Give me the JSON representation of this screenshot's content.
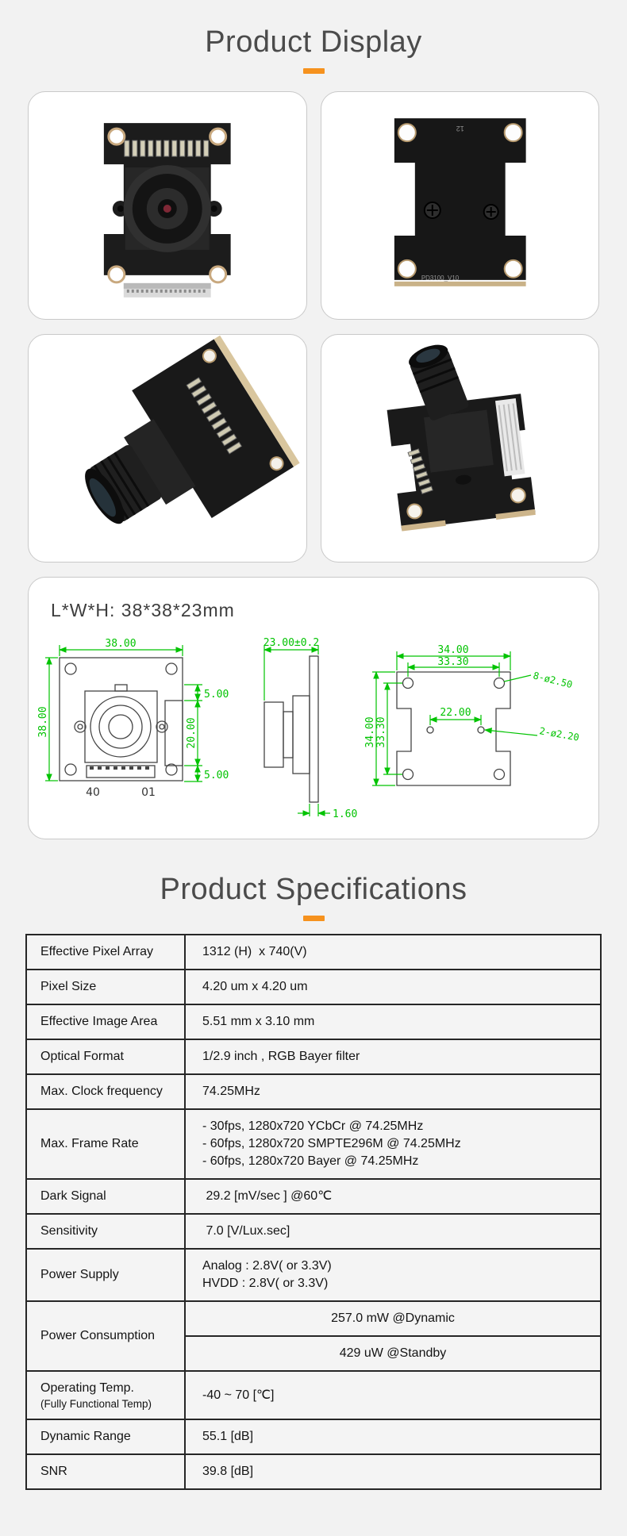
{
  "page": {
    "accent_color": "#f6921e",
    "background": "#f2f2f2",
    "cad_green": "#00c300"
  },
  "display": {
    "title": "Product Display"
  },
  "specs": {
    "title": "Product Specifications"
  },
  "gallery": {
    "photos": [
      {
        "name": "camera-module-front-view"
      },
      {
        "name": "camera-module-back-view"
      },
      {
        "name": "camera-module-angled-left-view"
      },
      {
        "name": "camera-module-angled-front-view"
      }
    ],
    "board_label_small": "12",
    "board_label_back": "PD3100_V10"
  },
  "dimensions": {
    "label": "L*W*H:  38*38*23mm",
    "front": {
      "width": "38.00",
      "height": "38.00",
      "top_offset": "5.00",
      "mid": "20.00",
      "bottom_offset": "5.00",
      "pin_left": "40",
      "pin_right": "01"
    },
    "side": {
      "depth": "23.00±0.2",
      "thickness": "1.60"
    },
    "back": {
      "outer_w": "34.00",
      "inner_w": "33.30",
      "holes": "8-ø2.50",
      "mid_w": "22.00",
      "small_holes": "2-ø2.20",
      "outer_h": "34.00",
      "inner_h": "33.30"
    }
  },
  "spec_table": {
    "rows": [
      {
        "label": "Effective Pixel Array",
        "value": [
          "1312 (H)  x 740(V)"
        ]
      },
      {
        "label": "Pixel Size",
        "value": [
          "4.20 um x 4.20 um"
        ]
      },
      {
        "label": "Effective Image Area",
        "value": [
          "5.51 mm x 3.10 mm"
        ]
      },
      {
        "label": "Optical Format",
        "value": [
          "1/2.9 inch , RGB Bayer filter"
        ]
      },
      {
        "label": "Max. Clock frequency",
        "value": [
          "74.25MHz"
        ]
      },
      {
        "label": "Max. Frame Rate",
        "value": [
          "- 30fps, 1280x720 YCbCr @ 74.25MHz",
          "- 60fps, 1280x720 SMPTE296M @ 74.25MHz",
          "- 60fps, 1280x720 Bayer @ 74.25MHz"
        ]
      },
      {
        "label": "Dark Signal",
        "value": [
          " 29.2 [mV/sec ] @60℃"
        ]
      },
      {
        "label": "Sensitivity",
        "value": [
          " 7.0 [V/Lux.sec]"
        ]
      },
      {
        "label": "Power Supply",
        "value": [
          "Analog : 2.8V( or 3.3V)",
          "HVDD : 2.8V( or 3.3V)"
        ]
      },
      {
        "label": "Power Consumption",
        "split": [
          "257.0 mW @Dynamic",
          "429 uW @Standby"
        ]
      },
      {
        "label": "Operating Temp.",
        "sublabel": "(Fully Functional Temp)",
        "value": [
          "-40 ~ 70 [℃]"
        ]
      },
      {
        "label": "Dynamic Range",
        "value": [
          "55.1 [dB]"
        ]
      },
      {
        "label": "SNR",
        "value": [
          "39.8 [dB]"
        ]
      }
    ]
  }
}
